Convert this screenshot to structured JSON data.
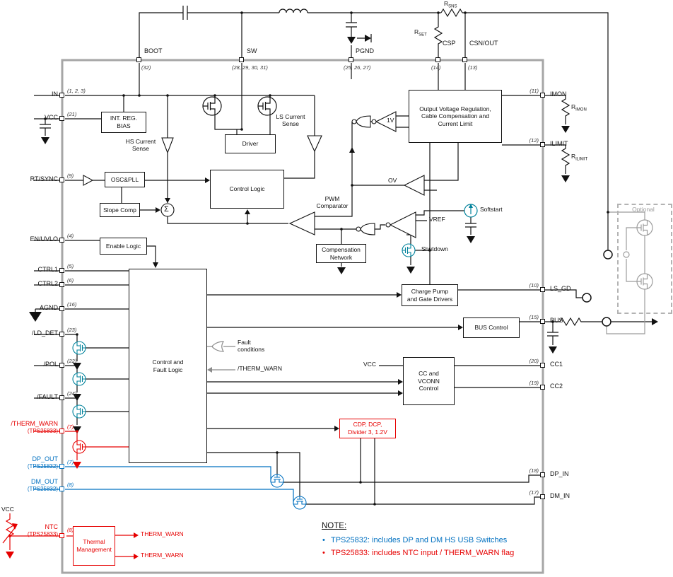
{
  "colors": {
    "accent_red": "#e60000",
    "accent_blue": "#0070c0",
    "teal": "#00829b",
    "boundary_gray": "#a6a6a6",
    "optional_gray": "#9c9c9c"
  },
  "pins": {
    "top": [
      {
        "label": "BOOT",
        "num": "(32)"
      },
      {
        "label": "SW",
        "num": "(28, 29, 30, 31)"
      },
      {
        "label": "PGND",
        "num": "(25, 26, 27)"
      },
      {
        "label": "CSP",
        "num": "(14)"
      },
      {
        "label": "CSN/OUT",
        "num": "(13)"
      }
    ],
    "left": [
      {
        "label": "IN",
        "num": "(1, 2, 3)"
      },
      {
        "label": "VCC",
        "num": "(21)"
      },
      {
        "label": "RT/SYNC",
        "num": "(9)"
      },
      {
        "label": "EN/UVLO",
        "num": "(4)"
      },
      {
        "label": "CTRL1",
        "num": "(5)"
      },
      {
        "label": "CTRL2",
        "num": "(6)"
      },
      {
        "label": "AGND",
        "num": "(16)"
      },
      {
        "label": "/LD_DET",
        "num": "(23)"
      },
      {
        "label": "/POL",
        "num": "(22)"
      },
      {
        "label": "/FAULT",
        "num": "(24)"
      },
      {
        "label": "/THERM_WARN",
        "sub": "(TPS25833)",
        "num": "(7)"
      },
      {
        "label": "DP_OUT",
        "sub": "(TPS25832)",
        "num": "(7)"
      },
      {
        "label": "DM_OUT",
        "sub": "(TPS25832)",
        "num": "(8)"
      },
      {
        "label": "NTC",
        "sub": "(TPS25833)",
        "num": "(8)"
      }
    ],
    "right": [
      {
        "label": "IMON",
        "num": "(11)"
      },
      {
        "label": "ILIMIT",
        "num": "(12)"
      },
      {
        "label": "LS_GD",
        "num": "(10)"
      },
      {
        "label": "BUS",
        "num": "(15)"
      },
      {
        "label": "CC1",
        "num": "(20)"
      },
      {
        "label": "CC2",
        "num": "(19)"
      },
      {
        "label": "DP_IN",
        "num": "(18)"
      },
      {
        "label": "DM_IN",
        "num": "(17)"
      }
    ]
  },
  "blocks": {
    "int_reg_bias": "INT. REG.\nBIAS",
    "osc_pll": "OSC&PLL",
    "slope_comp": "Slope Comp",
    "enable_logic": "Enable Logic",
    "driver": "Driver",
    "control_logic": "Control Logic",
    "control_fault_logic": "Control and\nFault Logic",
    "compensation_network": "Compensation\nNetwork",
    "output_voltage_reg": "Output Voltage Regulation,\nCable Compensation and\nCurrent Limit",
    "charge_pump": "Charge Pump\nand Gate Drivers",
    "bus_control": "BUS Control",
    "cc_vconn": "CC and\nVCONN\nControl",
    "cdp_dcp": "CDP, DCP,\nDivider 3, 1.2V",
    "thermal_mgmt": "Thermal\nManagement"
  },
  "labels": {
    "hs_sense": "HS Current\nSense",
    "ls_sense": "LS Current\nSense",
    "pwm_comparator": "PWM\nComparator",
    "ov": "OV",
    "one_v": "1V",
    "vref": "VREF",
    "softstart": "Softstart",
    "shutdown": "Shutdown",
    "fault_conditions": "Fault\nconditions",
    "therm_warn_sig": "/THERM_WARN",
    "vcc_cc": "VCC",
    "vcc_ntc": "VCC",
    "therm_warn_out1": "THERM_WARN",
    "therm_warn_out2": "THERM_WARN",
    "optional": "Optional",
    "sigma": "Σ"
  },
  "resistors": {
    "rsns": {
      "base": "R",
      "sub": "SNS"
    },
    "rset": {
      "base": "R",
      "sub": "SET"
    },
    "rimon": {
      "base": "R",
      "sub": "IMON"
    },
    "rilimit": {
      "base": "R",
      "sub": "ILIMIT"
    }
  },
  "note": {
    "title": "NOTE:",
    "items": [
      {
        "bullet": "•",
        "text": "TPS25832:  includes DP and DM HS USB Switches"
      },
      {
        "bullet": "•",
        "text": "TPS25833:  includes NTC input / THERM_WARN flag"
      }
    ]
  }
}
